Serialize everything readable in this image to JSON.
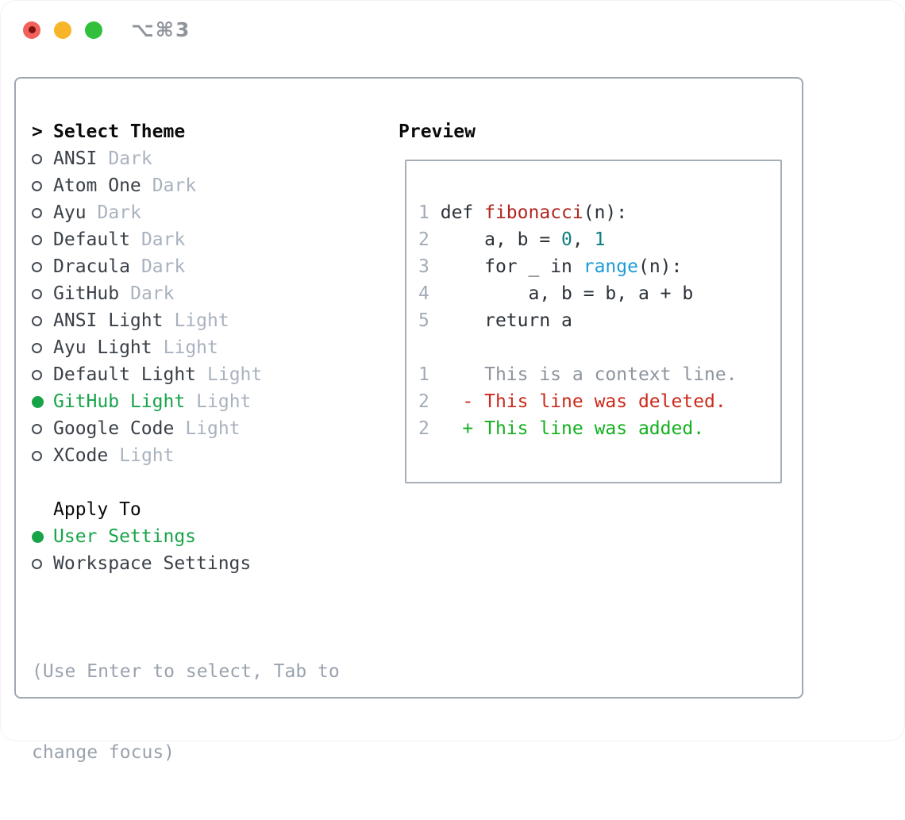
{
  "titlebar": {
    "shortcut_label": "⌥⌘3"
  },
  "picker": {
    "prompt": ">",
    "title": "Select Theme",
    "themes": [
      {
        "name": "ANSI",
        "variant": "Dark",
        "selected": false
      },
      {
        "name": "Atom One",
        "variant": "Dark",
        "selected": false
      },
      {
        "name": "Ayu",
        "variant": "Dark",
        "selected": false
      },
      {
        "name": "Default",
        "variant": "Dark",
        "selected": false
      },
      {
        "name": "Dracula",
        "variant": "Dark",
        "selected": false
      },
      {
        "name": "GitHub",
        "variant": "Dark",
        "selected": false
      },
      {
        "name": "ANSI Light",
        "variant": "Light",
        "selected": false
      },
      {
        "name": "Ayu Light",
        "variant": "Light",
        "selected": false
      },
      {
        "name": "Default Light",
        "variant": "Light",
        "selected": false
      },
      {
        "name": "GitHub Light",
        "variant": "Light",
        "selected": true
      },
      {
        "name": "Google Code",
        "variant": "Light",
        "selected": false
      },
      {
        "name": "XCode",
        "variant": "Light",
        "selected": false
      }
    ],
    "apply_to": {
      "title": "Apply To",
      "options": [
        {
          "label": "User Settings",
          "selected": true
        },
        {
          "label": "Workspace Settings",
          "selected": false
        }
      ]
    },
    "hint_lines": [
      "(Use Enter to select, Tab to",
      "change focus)"
    ]
  },
  "preview": {
    "title": "Preview",
    "code_lines": [
      {
        "num": "1",
        "tokens": [
          {
            "text": "def ",
            "style": "code"
          },
          {
            "text": "fibonacci",
            "style": "function"
          },
          {
            "text": "(n):",
            "style": "code"
          }
        ]
      },
      {
        "num": "2",
        "tokens": [
          {
            "text": "    a, b = ",
            "style": "code"
          },
          {
            "text": "0",
            "style": "number"
          },
          {
            "text": ", ",
            "style": "code"
          },
          {
            "text": "1",
            "style": "number"
          }
        ]
      },
      {
        "num": "3",
        "tokens": [
          {
            "text": "    for _ in ",
            "style": "code"
          },
          {
            "text": "range",
            "style": "builtin"
          },
          {
            "text": "(n):",
            "style": "code"
          }
        ]
      },
      {
        "num": "4",
        "tokens": [
          {
            "text": "        a, b = b, a + b",
            "style": "code"
          }
        ]
      },
      {
        "num": "5",
        "tokens": [
          {
            "text": "    return a",
            "style": "code"
          }
        ]
      }
    ],
    "diff_lines": [
      {
        "num": "1",
        "marker": " ",
        "text": "This is a context line.",
        "kind": "context"
      },
      {
        "num": "2",
        "marker": "-",
        "text": "This line was deleted.",
        "kind": "deleted"
      },
      {
        "num": "2",
        "marker": "+",
        "text": "This line was added.",
        "kind": "added"
      }
    ]
  },
  "colors": {
    "selection_green": "#17a449",
    "diff_added_green": "#13b01e",
    "diff_deleted_red": "#cc2a1c",
    "diff_context_gray": "#8d949d",
    "syntax_function_red": "#b02620",
    "syntax_number_teal": "#0e7d80",
    "syntax_builtin_blue": "#1e9bd7",
    "code_text": "#2b3138",
    "line_number_gray": "#a3abb6",
    "muted_text": "#a9b2bf",
    "traffic_red": "#f2625b",
    "traffic_yellow": "#f7b62a",
    "traffic_green": "#32c03c"
  }
}
